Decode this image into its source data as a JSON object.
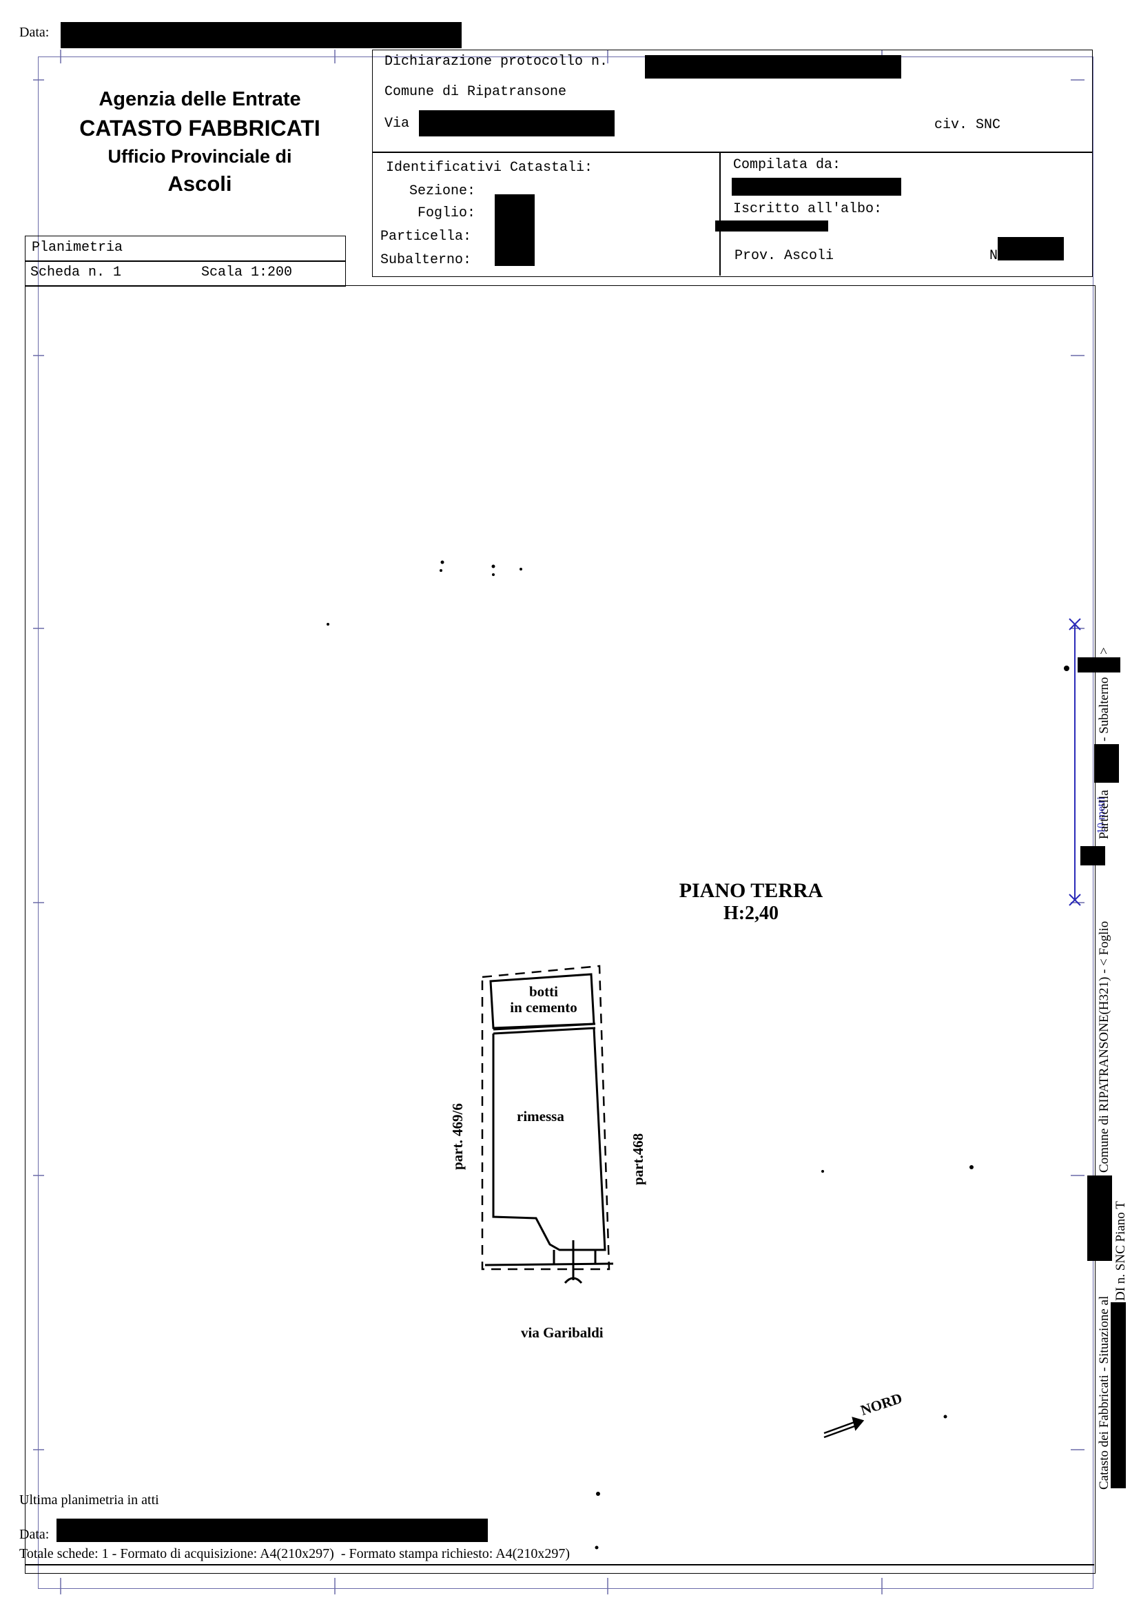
{
  "top": {
    "data_label": "Data:"
  },
  "agency": {
    "line1": "Agenzia delle Entrate",
    "line2": "CATASTO FABBRICATI",
    "line3": "Ufficio Provinciale di",
    "line4": "Ascoli"
  },
  "protocol": {
    "dichiarazione": "Dichiarazione protocollo n.",
    "comune": "Comune di Ripatransone",
    "via": "Via",
    "civ": "civ. SNC"
  },
  "identificativi": {
    "title": "Identificativi Catastali:",
    "sezione": "Sezione:",
    "foglio": "Foglio:",
    "particella": "Particella:",
    "subalterno": "Subalterno:"
  },
  "compiler": {
    "compilata": "Compilata da:",
    "iscritto": "Iscritto all'albo:",
    "prov": "Prov. Ascoli",
    "n": "N"
  },
  "scheda": {
    "planimetria": "Planimetria",
    "scheda": "Scheda n. 1",
    "scala": "Scala 1:200"
  },
  "plan": {
    "piano": "PIANO TERRA",
    "altezza": "H:2,40",
    "room1_line1": "botti",
    "room1_line2": "in cemento",
    "room2": "rimessa",
    "left_label": "part. 469/6",
    "right_label": "part.468",
    "street": "via Garibaldi",
    "north": "NORD"
  },
  "side": {
    "line1_a": "Catasto dei Fabbricati - Situazione al",
    "line1_b": "Comune di RIPATRANSONE(H321) - <  Foglio",
    "line1_c": "Particella",
    "line1_d": "- Subalterno",
    "line1_e": ">",
    "line2": "DI n. SNC Piano T",
    "scale": "10 metri"
  },
  "footer": {
    "ultima": "Ultima planimetria in atti",
    "data_label": "Data:",
    "totale": "Totale schede: 1 - Formato di acquisizione: A4(210x297)  - Formato stampa richiesto: A4(210x297)"
  }
}
